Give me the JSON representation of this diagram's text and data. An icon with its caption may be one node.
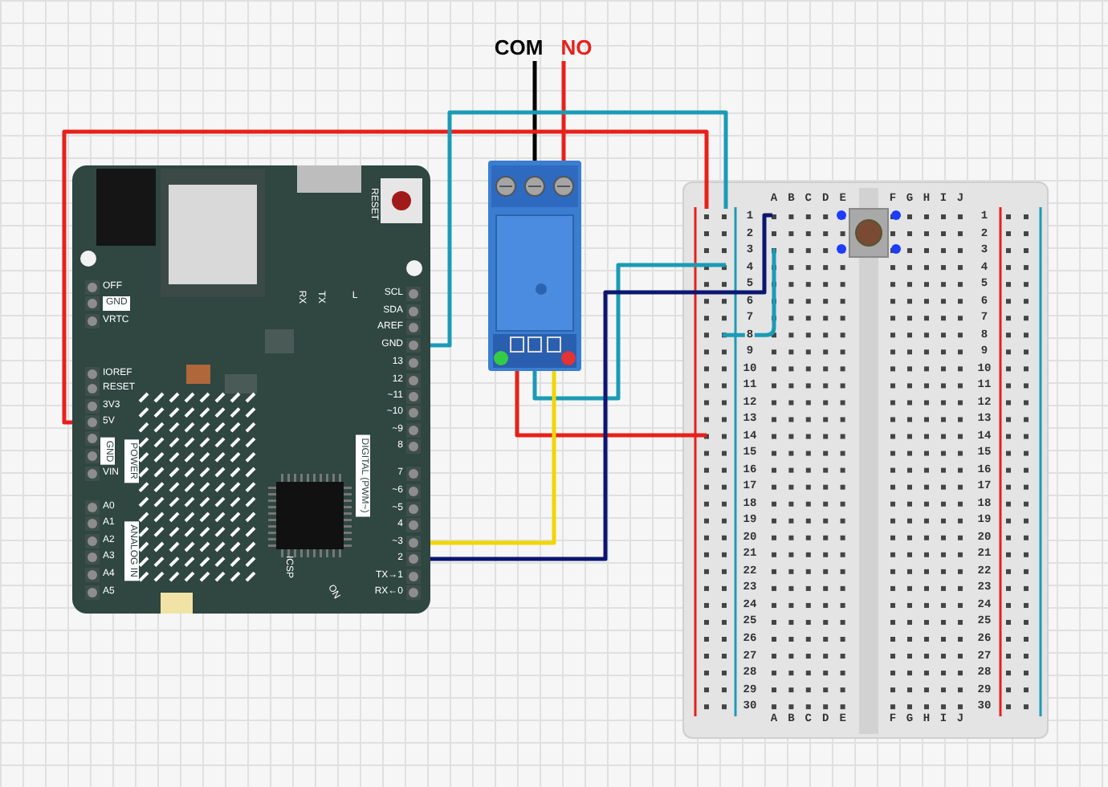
{
  "diagram": {
    "nodes": [
      {
        "text": [
          "COM"
        ]
      },
      {
        "text": [
          "NO"
        ]
      },
      {
        "text": [
          "RESET",
          "RX",
          "TX",
          "L",
          "OFF",
          "GND",
          "VRTC",
          "IOREF",
          "RESET",
          "3V3",
          "5V",
          "GND",
          "VIN",
          "POWER",
          "A0",
          "A1",
          "A2",
          "A3",
          "A4",
          "A5",
          "ANALOG IN",
          "SCL",
          "SDA",
          "AREF",
          "GND",
          "13",
          "12",
          "~11",
          "~10",
          "~9",
          "8",
          "7",
          "~6",
          "~5",
          "4",
          "~3",
          "2",
          "TX→1",
          "RX←0",
          "DIGITAL (PWM~)",
          "ICSP",
          "ON"
        ]
      },
      {
        "text": [],
        "shape": "picture"
      },
      {
        "text": [
          "A",
          "B",
          "C",
          "D",
          "E",
          "F",
          "G",
          "H",
          "I",
          "J",
          "1",
          "1",
          "2",
          "2",
          "3",
          "3",
          "4",
          "4",
          "5",
          "5",
          "6",
          "6",
          "7",
          "7",
          "8",
          "8",
          "9",
          "9",
          "10",
          "10",
          "11",
          "11",
          "12",
          "12",
          "13",
          "13",
          "14",
          "14",
          "15",
          "15",
          "16",
          "16",
          "17",
          "17",
          "18",
          "18",
          "19",
          "19",
          "20",
          "20",
          "21",
          "21",
          "22",
          "22",
          "23",
          "23",
          "24",
          "24",
          "25",
          "25",
          "26",
          "26",
          "27",
          "27",
          "28",
          "28",
          "29",
          "29",
          "30",
          "30",
          "A",
          "B",
          "C",
          "D",
          "E",
          "F",
          "G",
          "H",
          "I",
          "J"
        ]
      },
      {
        "text": [],
        "shape": "picture",
        "in": 4
      }
    ],
    "edges": [
      {
        "from": 0,
        "to": 3,
        "arrow": "none",
        "color": "#000000"
      },
      {
        "from": 1,
        "to": 3,
        "arrow": "none",
        "color": "#e8201a"
      },
      {
        "from": 2,
        "to": 4,
        "arrow": "none",
        "color": "#e8201a"
      },
      {
        "from": 2,
        "to": 4,
        "arrow": "none",
        "color": "#1a9bb5"
      },
      {
        "from": 3,
        "to": 4,
        "arrow": "none",
        "color": "#e8201a"
      },
      {
        "from": 3,
        "to": 4,
        "arrow": "none",
        "color": "#1a9bb5"
      },
      {
        "from": 2,
        "to": 3,
        "arrow": "none",
        "color": "#f2d600"
      },
      {
        "from": 2,
        "to": 4,
        "arrow": "none",
        "color": "#0a1670"
      }
    ]
  }
}
